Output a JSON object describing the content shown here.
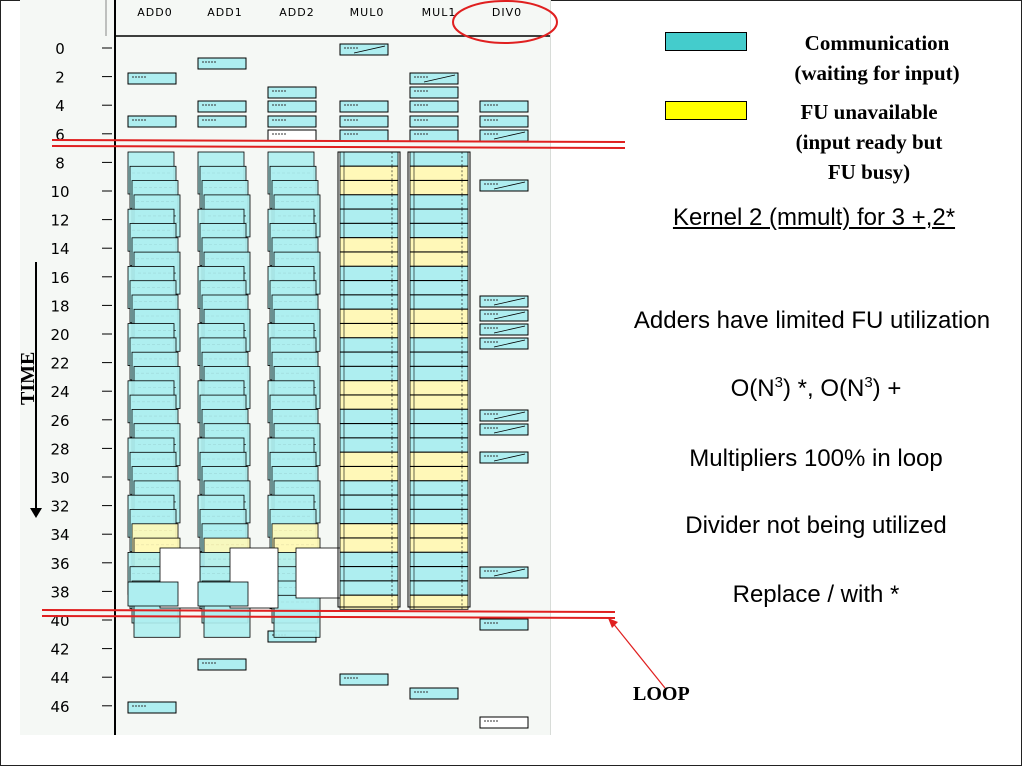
{
  "columns": [
    "ADD0",
    "ADD1",
    "ADD2",
    "MUL0",
    "MUL1",
    "DIV0"
  ],
  "time_axis": {
    "label": "TIME",
    "ticks": [
      "0",
      "2",
      "4",
      "6",
      "8",
      "10",
      "12",
      "14",
      "16",
      "18",
      "20",
      "22",
      "24",
      "26",
      "28",
      "30",
      "32",
      "34",
      "36",
      "38",
      "40",
      "42",
      "44",
      "46"
    ]
  },
  "legend": {
    "communication": {
      "line1": "Communication",
      "line2": "(waiting for input)",
      "color": "#44cccc"
    },
    "fu_unavailable": {
      "line1": "FU unavailable",
      "line2": "(input ready but",
      "line3": "FU busy)",
      "color": "#ffff00"
    }
  },
  "kernel_title": "Kernel 2 (mmult) for 3 +,2*",
  "bullets": {
    "adders": "Adders have limited FU utilization",
    "complexity_pre_1": "O(N",
    "complexity_sup_1": "3",
    "complexity_mid": ") *, O(N",
    "complexity_sup_2": "3",
    "complexity_post": ") +",
    "multipliers": "Multipliers 100% in loop",
    "divider": "Divider not being utilized",
    "replace": "Replace / with *"
  },
  "loop_label": "LOOP",
  "colors": {
    "cyan_block": "#aeeef0",
    "yellow_block": "#fff8b8",
    "loop_line": "#e02020",
    "highlight_circle": "#e02020",
    "pre_loop_block": "#aeeef0"
  }
}
